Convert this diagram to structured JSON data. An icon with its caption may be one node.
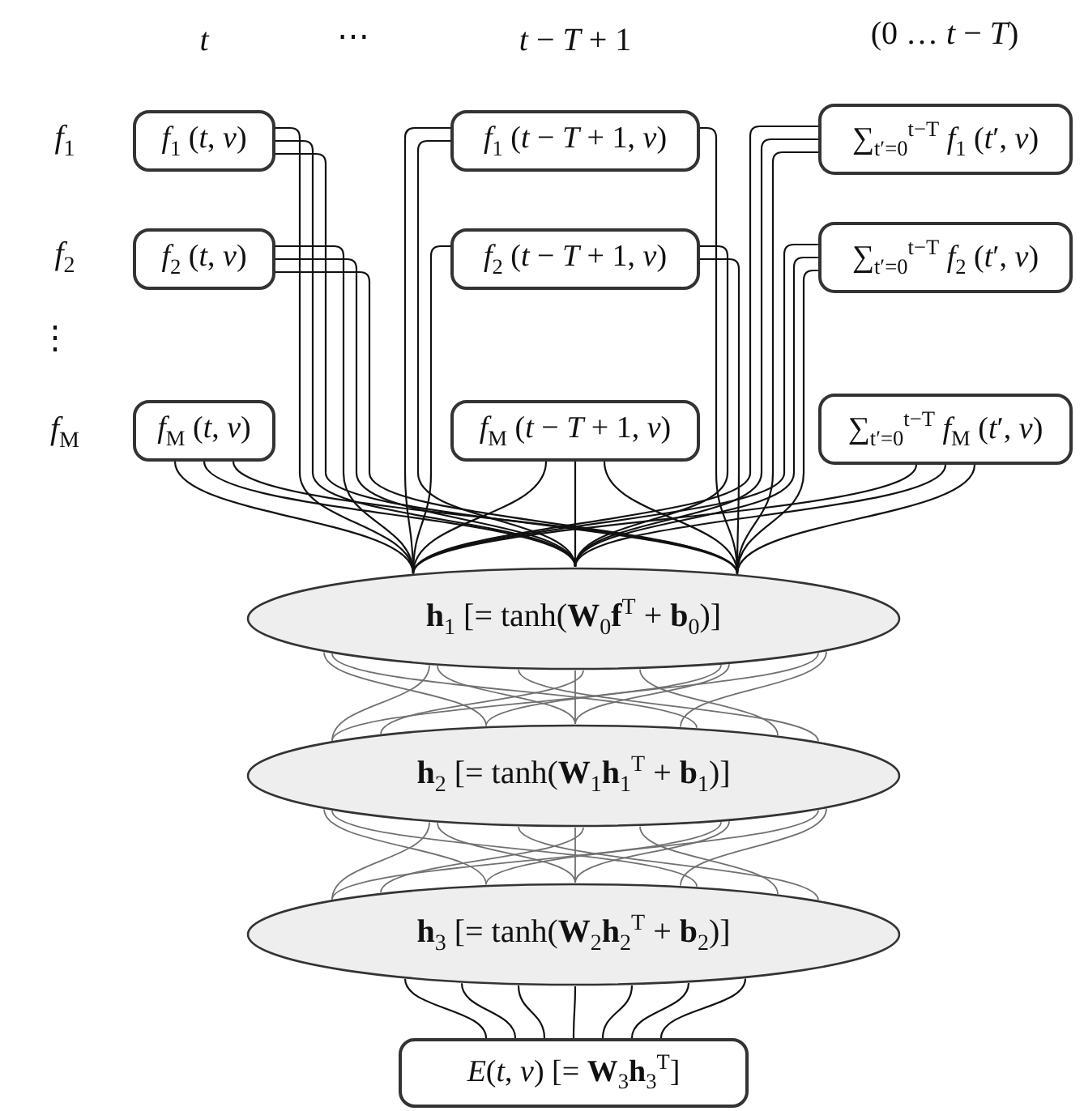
{
  "diagram": {
    "nodes": [
      {
        "text": [
          "*f*$_{1}$ (*t*, *v*)"
        ]
      },
      {
        "text": [
          "*f*$_{1}$ (*t* − *T* + 1, *v*)"
        ]
      },
      {
        "text": [
          "∑$_{t′=0}$$^{t−T}$ *f*$_{1}$ (*t*′, *v*)"
        ]
      },
      {
        "text": [
          "*f*$_{2}$ (*t*, *v*)"
        ]
      },
      {
        "text": [
          "*f*$_{2}$ (*t* − *T* + 1, *v*)"
        ]
      },
      {
        "text": [
          "∑$_{t′=0}$$^{t−T}$ *f*$_{2}$ (*t*′, *v*)"
        ]
      },
      {
        "text": [
          "*f*$_{M}$ (*t*, *v*)"
        ]
      },
      {
        "text": [
          "*f*$_{M}$ (*t* − *T* + 1, *v*)"
        ]
      },
      {
        "text": [
          "∑$_{t′=0}$$^{t−T}$ *f*$_{M}$ (*t*′, *v*)"
        ]
      },
      {
        "text": [
          "**h**$_{1}$ [= tanh(**W**$_{0}$**f**$^{T}$ + **b**$_{0}$)]"
        ]
      },
      {
        "text": [
          "**h**$_{2}$ [= tanh(**W**$_{1}$**h**$_{1}$$^{T}$ + **b**$_{1}$)]"
        ]
      },
      {
        "text": [
          "**h**$_{3}$ [= tanh(**W**$_{2}$**h**$_{2}$$^{T}$ + **b**$_{2}$)]"
        ]
      },
      {
        "text": [
          "*E*(*t*, *v*) [= **W**$_{3}$**h**$_{3}$$^{T}$]"
        ]
      }
    ],
    "edges": [
      {
        "from": 0,
        "to": 9,
        "arrow": "none"
      },
      {
        "from": 0,
        "to": 9,
        "arrow": "none"
      },
      {
        "from": 0,
        "to": 9,
        "arrow": "none"
      },
      {
        "from": 1,
        "to": 9,
        "arrow": "none"
      },
      {
        "from": 1,
        "to": 9,
        "arrow": "none"
      },
      {
        "from": 1,
        "to": 9,
        "arrow": "none"
      },
      {
        "from": 2,
        "to": 9,
        "arrow": "none"
      },
      {
        "from": 2,
        "to": 9,
        "arrow": "none"
      },
      {
        "from": 2,
        "to": 9,
        "arrow": "none"
      },
      {
        "from": 3,
        "to": 9,
        "arrow": "none"
      },
      {
        "from": 3,
        "to": 9,
        "arrow": "none"
      },
      {
        "from": 3,
        "to": 9,
        "arrow": "none"
      },
      {
        "from": 4,
        "to": 9,
        "arrow": "none"
      },
      {
        "from": 4,
        "to": 9,
        "arrow": "none"
      },
      {
        "from": 4,
        "to": 9,
        "arrow": "none"
      },
      {
        "from": 5,
        "to": 9,
        "arrow": "none"
      },
      {
        "from": 5,
        "to": 9,
        "arrow": "none"
      },
      {
        "from": 5,
        "to": 9,
        "arrow": "none"
      },
      {
        "from": 6,
        "to": 9,
        "arrow": "none"
      },
      {
        "from": 6,
        "to": 9,
        "arrow": "none"
      },
      {
        "from": 6,
        "to": 9,
        "arrow": "none"
      },
      {
        "from": 7,
        "to": 9,
        "arrow": "none"
      },
      {
        "from": 7,
        "to": 9,
        "arrow": "none"
      },
      {
        "from": 7,
        "to": 9,
        "arrow": "none"
      },
      {
        "from": 8,
        "to": 9,
        "arrow": "none"
      },
      {
        "from": 8,
        "to": 9,
        "arrow": "none"
      },
      {
        "from": 8,
        "to": 9,
        "arrow": "none"
      },
      {
        "from": 9,
        "to": 10,
        "arrow": "none",
        "color": "#707070"
      },
      {
        "from": 9,
        "to": 10,
        "arrow": "none",
        "color": "#707070"
      },
      {
        "from": 9,
        "to": 10,
        "arrow": "none",
        "color": "#707070"
      },
      {
        "from": 9,
        "to": 10,
        "arrow": "none",
        "color": "#707070"
      },
      {
        "from": 9,
        "to": 10,
        "arrow": "none",
        "color": "#707070"
      },
      {
        "from": 9,
        "to": 10,
        "arrow": "none",
        "color": "#707070"
      },
      {
        "from": 9,
        "to": 10,
        "arrow": "none",
        "color": "#707070"
      },
      {
        "from": 9,
        "to": 10,
        "arrow": "none",
        "color": "#707070"
      },
      {
        "from": 9,
        "to": 10,
        "arrow": "none",
        "color": "#707070"
      },
      {
        "from": 9,
        "to": 10,
        "arrow": "none",
        "color": "#707070"
      },
      {
        "from": 9,
        "to": 10,
        "arrow": "none",
        "color": "#707070"
      },
      {
        "from": 9,
        "to": 10,
        "arrow": "none",
        "color": "#707070"
      },
      {
        "from": 10,
        "to": 11,
        "arrow": "none",
        "color": "#707070"
      },
      {
        "from": 10,
        "to": 11,
        "arrow": "none",
        "color": "#707070"
      },
      {
        "from": 10,
        "to": 11,
        "arrow": "none",
        "color": "#707070"
      },
      {
        "from": 10,
        "to": 11,
        "arrow": "none",
        "color": "#707070"
      },
      {
        "from": 10,
        "to": 11,
        "arrow": "none",
        "color": "#707070"
      },
      {
        "from": 10,
        "to": 11,
        "arrow": "none",
        "color": "#707070"
      },
      {
        "from": 10,
        "to": 11,
        "arrow": "none",
        "color": "#707070"
      },
      {
        "from": 10,
        "to": 11,
        "arrow": "none",
        "color": "#707070"
      },
      {
        "from": 10,
        "to": 11,
        "arrow": "none",
        "color": "#707070"
      },
      {
        "from": 10,
        "to": 11,
        "arrow": "none",
        "color": "#707070"
      },
      {
        "from": 10,
        "to": 11,
        "arrow": "none",
        "color": "#707070"
      },
      {
        "from": 10,
        "to": 11,
        "arrow": "none",
        "color": "#707070"
      },
      {
        "from": 11,
        "to": 12,
        "arrow": "none"
      },
      {
        "from": 11,
        "to": 12,
        "arrow": "none"
      },
      {
        "from": 11,
        "to": 12,
        "arrow": "none"
      },
      {
        "from": 11,
        "to": 12,
        "arrow": "none"
      },
      {
        "from": 11,
        "to": 12,
        "arrow": "none"
      },
      {
        "from": 11,
        "to": 12,
        "arrow": "none"
      },
      {
        "from": 11,
        "to": 12,
        "arrow": "none"
      }
    ],
    "labels": [
      "*t*",
      "⋯",
      "*t* − *T* + 1",
      "(0 … *t* − *T*)",
      "*f*$_{1}$",
      "*f*$_{2}$",
      "⋮",
      "*f*$_{M}$"
    ]
  }
}
